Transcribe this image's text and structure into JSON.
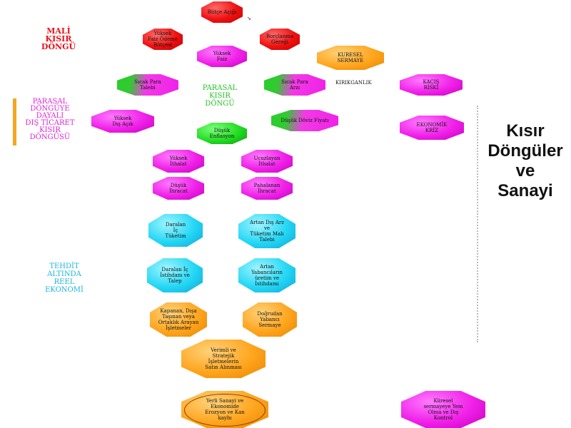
{
  "title": "Kısır\nDöngüler\nve\nSanayi",
  "labels": {
    "mali": "MALİ\nKISIR\nDÖNGÜ",
    "parasal_dongu": "PARASAL\nKISIR\nDÖNGÜ",
    "parasal_dis": "PARASAL\nDÖNGÜYE\nDAYALI\nDIŞ TİCARET\nKISIR\nDÖNGÜSÜ",
    "tehdit": "TEHDİT\nALTINDA\nREEL\nEKONOMİ",
    "kirilganlik": "KIRIKGANLIK"
  },
  "nodes": [
    {
      "id": "butce-acigi",
      "text": "Bütçe Açığı",
      "color": "red"
    },
    {
      "id": "yuksek-faiz-odeme",
      "text": "Yüksek\nFaiz Ödeme\nBütçesi",
      "color": "red"
    },
    {
      "id": "borclanma-gereği",
      "text": "Borçlanma\nGereği",
      "color": "red"
    },
    {
      "id": "yuksek-faiz",
      "text": "Yüksek\nFaiz",
      "color": "mag"
    },
    {
      "id": "kuresel-sermaye",
      "text": "KURESEL\nSERMAYE",
      "color": "org"
    },
    {
      "id": "sicak-para-talebi",
      "text": "Sıcak Para\nTalebi",
      "color": "gm"
    },
    {
      "id": "sicak-para-arzi",
      "text": "Sıcak Para\nArzı",
      "color": "gm"
    },
    {
      "id": "kacis-riski",
      "text": "KAÇIŞ\nRİSKİ",
      "color": "mag"
    },
    {
      "id": "yuksek-dis-acik",
      "text": "Yüksek\nDış Açık",
      "color": "mag"
    },
    {
      "id": "dusuk-doviz-fiyati",
      "text": "Düşük Döviz Fiyatı",
      "color": "gm"
    },
    {
      "id": "ekonomik-kriz",
      "text": "EKONOMİK\nKRİZ",
      "color": "mag"
    },
    {
      "id": "dusuk-enflasyon",
      "text": "Düşük\nEnflasyon",
      "color": "grn"
    },
    {
      "id": "yuksek-ithalat",
      "text": "Yüksek\nİthalat",
      "color": "mag"
    },
    {
      "id": "ucuzlayan-ithalat",
      "text": "Ucuzlayan\nİthalat",
      "color": "mag"
    },
    {
      "id": "dusuk-ihracat",
      "text": "Düşük\nİhracat",
      "color": "mag"
    },
    {
      "id": "pahalanan-ihracat",
      "text": "Pahalanan\nİhracat",
      "color": "mag"
    },
    {
      "id": "daralan-ic-tuketim",
      "text": "Daralan\nİç\nTüketim",
      "color": "cyan"
    },
    {
      "id": "artan-dis-arz",
      "text": "Artan Dış Arz\nve\nTüketim Malı\nTalebi",
      "color": "cyan"
    },
    {
      "id": "daralan-ic-istihdam",
      "text": "Daralan İç\nİstihdam ve\nTalep",
      "color": "cyan"
    },
    {
      "id": "artan-yabancilarin",
      "text": "Artan\nYabancıların\nüretim ve\nİstihdamı",
      "color": "cyan"
    },
    {
      "id": "kapanan-isletmeler",
      "text": "Kapanan, Dışa\nTaşınan veya\nOrtaklık Arayan\nİşletmeler",
      "color": "org"
    },
    {
      "id": "dogrudan-yabanci",
      "text": "Doğrudan\nYabancı\nSermaye",
      "color": "org"
    },
    {
      "id": "verimli-stratejik",
      "text": "Verimli ve\nStratejik\nİşletmelerin\nSatın Alınması",
      "color": "org"
    },
    {
      "id": "yerli-sanayi",
      "text": "Yerli Sanayi ve\nEkonomide\nErozyon ve Kan\nkaybı",
      "color": "org"
    },
    {
      "id": "kuresel-sermayeye",
      "text": "Küresel\nsermayeye Yem\nOlma ve Dış\nKontrol",
      "color": "mag"
    }
  ],
  "colors": {
    "mali": "#e8121a",
    "parasal_dongu": "#22c422",
    "parasal_dis": "#e020d8",
    "tehdit": "#1ab4e0",
    "accent_bar": "#f5a623"
  }
}
